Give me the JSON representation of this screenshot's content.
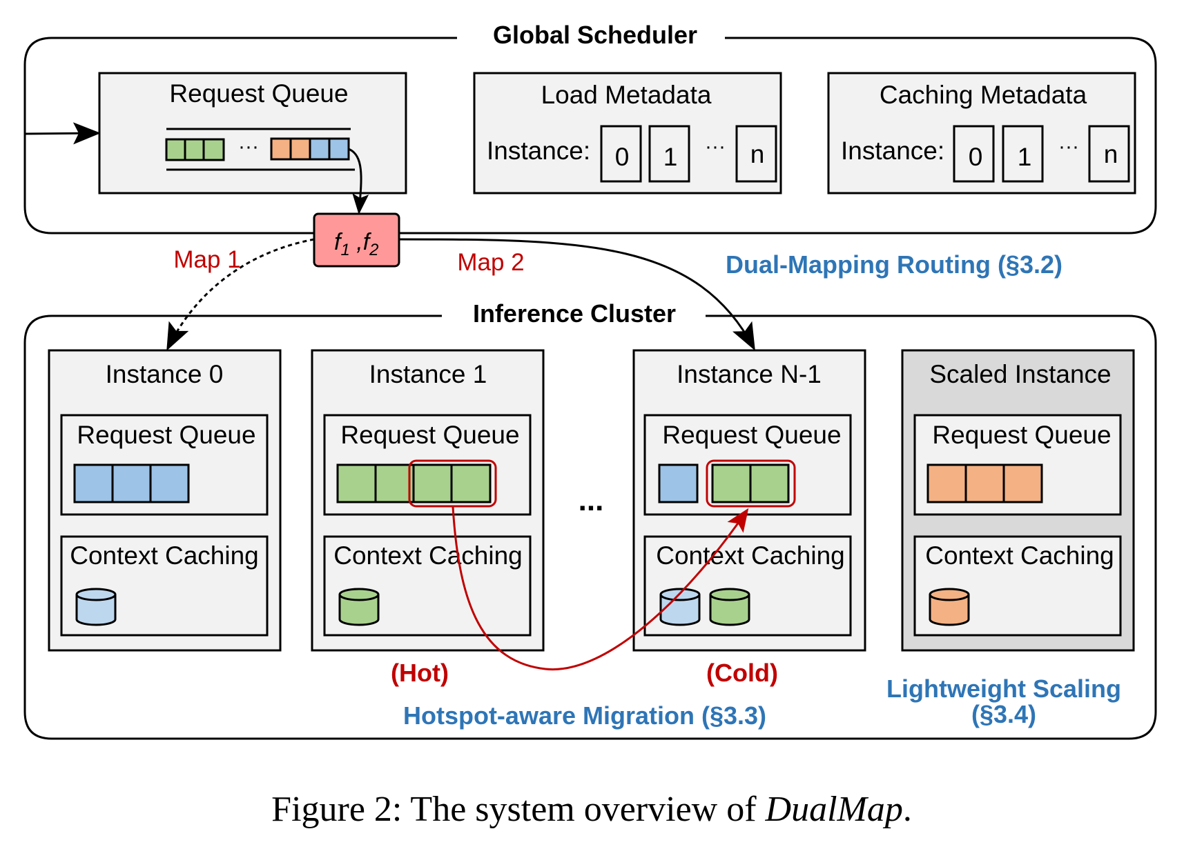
{
  "global_scheduler": {
    "title": "Global Scheduler",
    "request_queue": {
      "title": "Request Queue",
      "ellipsis": "···"
    },
    "load_metadata": {
      "title": "Load Metadata",
      "instance_label": "Instance:",
      "slots": [
        "0",
        "1",
        "n"
      ],
      "ellipsis": "···"
    },
    "caching_metadata": {
      "title": "Caching Metadata",
      "instance_label": "Instance:",
      "slots": [
        "0",
        "1",
        "n"
      ],
      "ellipsis": "···"
    }
  },
  "router": {
    "f1": "f",
    "sub1": "1",
    "sep": " ,",
    "f2": "f",
    "sub2": "2"
  },
  "mapping": {
    "map1": "Map 1",
    "map2": "Map 2",
    "dual_mapping_label": "Dual-Mapping Routing (§3.2)"
  },
  "cluster": {
    "title": "Inference Cluster",
    "ellipsis": "...",
    "instances": [
      {
        "title": "Instance 0",
        "queue_title": "Request Queue",
        "cache_title": "Context Caching"
      },
      {
        "title": "Instance 1",
        "queue_title": "Request Queue",
        "cache_title": "Context Caching",
        "status": "(Hot)"
      },
      {
        "title": "Instance N-1",
        "queue_title": "Request Queue",
        "cache_title": "Context Caching",
        "status": "(Cold)"
      },
      {
        "title": "Scaled Instance",
        "queue_title": "Request Queue",
        "cache_title": "Context Caching"
      }
    ],
    "migration_label": "Hotspot-aware Migration (§3.3)",
    "scaling_label_line1": "Lightweight Scaling",
    "scaling_label_line2": "(§3.4)"
  },
  "colors": {
    "green": "#a9d18e",
    "orange": "#f4b183",
    "blue": "#9dc3e6",
    "light_blue": "#bdd7ee",
    "router_red": "#ff9999",
    "accent_red": "#c00000",
    "accent_blue": "#2e75b6",
    "panel_gray": "#f2f2f2",
    "scaled_gray": "#d9d9d9"
  },
  "caption": {
    "prefix": "Figure 2: The system overview of ",
    "name": "DualMap",
    "suffix": "."
  }
}
